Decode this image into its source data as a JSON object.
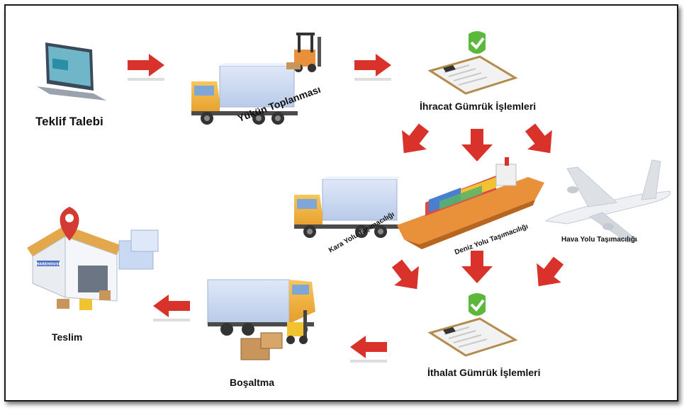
{
  "steps": {
    "teklif": "Teklif Talebi",
    "toplanma": "Yükün Toplanması",
    "ihracat": "İhracat Gümrük İşlemleri",
    "kara": "Kara Yolu Taşımacılığı",
    "deniz": "Deniz Yolu Taşımacılığı",
    "hava": "Hava Yolu Taşımacılığı",
    "ithalat": "İthalat Gümrük İşlemleri",
    "bosaltma": "Boşaltma",
    "teslim": "Teslim"
  },
  "warehouse_sign": "WAREHOUSE",
  "colors": {
    "arrow_red": "#d9322a",
    "truck_yellow": "#f4b63f",
    "container_blue": "#c9d9f2",
    "check_green": "#5cb83a",
    "ship_orange": "#e8913a",
    "pin_red": "#d23a33"
  }
}
